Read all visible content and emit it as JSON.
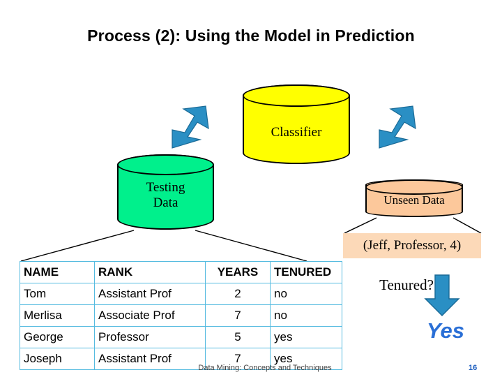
{
  "slide": {
    "title": "Process (2): Using the Model in Prediction",
    "footer_text": "Data Mining: Concepts and Techniques",
    "page_number": "16"
  },
  "diagram": {
    "classifier": {
      "label": "Classifier",
      "color": "#ffff00"
    },
    "testing_data": {
      "line1": "Testing",
      "line2": "Data",
      "color": "#00f08c"
    },
    "unseen_data": {
      "label": "Unseen Data",
      "color": "#fcc89b"
    },
    "prediction_input": {
      "label": "(Jeff, Professor, 4)",
      "color": "#fcd9b8"
    },
    "question": {
      "label": "Tenured?"
    },
    "answer": {
      "label": "Yes",
      "color": "#2a6fd6"
    },
    "arrow_color": "#2a8fc4"
  },
  "table": {
    "headers": [
      "NAME",
      "RANK",
      "YEARS",
      "TENURED"
    ],
    "rows": [
      [
        "Tom",
        "Assistant Prof",
        "2",
        "no"
      ],
      [
        "Merlisa",
        "Associate Prof",
        "7",
        "no"
      ],
      [
        "George",
        "Professor",
        "5",
        "yes"
      ],
      [
        "Joseph",
        "Assistant Prof",
        "7",
        "yes"
      ]
    ],
    "border_color": "#55bbe0"
  }
}
